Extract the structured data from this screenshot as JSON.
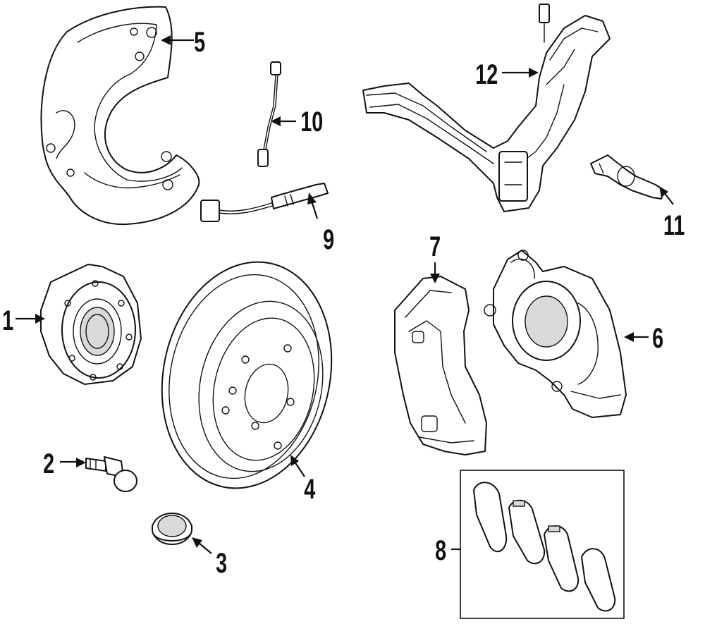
{
  "colors": {
    "line": "#111111",
    "background": "#ffffff",
    "fill_shade": "#d9d9d9"
  },
  "callouts": {
    "c1": "1",
    "c2": "2",
    "c3": "3",
    "c4": "4",
    "c5": "5",
    "c6": "6",
    "c7": "7",
    "c8": "8",
    "c9": "9",
    "c10": "10",
    "c11": "11",
    "c12": "12"
  }
}
